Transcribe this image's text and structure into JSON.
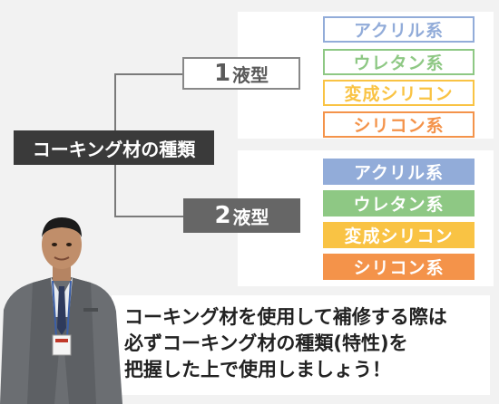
{
  "diagram": {
    "root": "コーキング材の種類",
    "one_part": {
      "num": "1",
      "label": "液型"
    },
    "two_part": {
      "num": "2",
      "label": "液型"
    },
    "one_part_types": [
      "アクリル系",
      "ウレタン系",
      "変成シリコン",
      "シリコン系"
    ],
    "two_part_types": [
      "アクリル系",
      "ウレタン系",
      "変成シリコン",
      "シリコン系"
    ],
    "colors": {
      "acrylic": "#92acd9",
      "urethane": "#8ec884",
      "modified_silicone": "#f9c344",
      "silicone": "#f4934a"
    }
  },
  "speech": {
    "line1": "コーキング材を使用して補修する際は",
    "line2": "必ずコーキング材の種類(特性)を",
    "line3": "把握した上で使用しましょう！"
  }
}
